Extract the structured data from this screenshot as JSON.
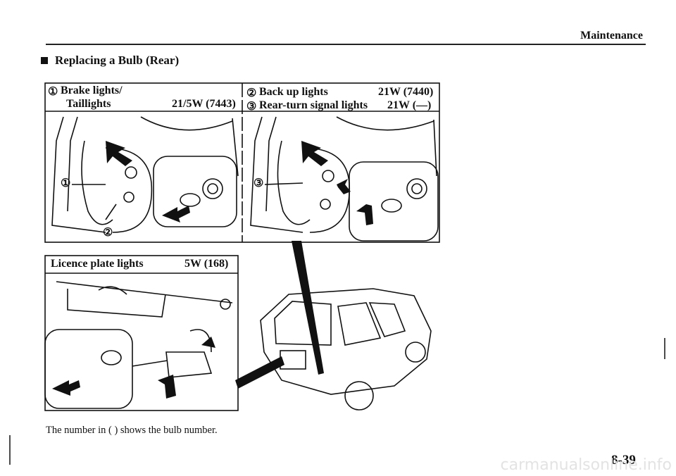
{
  "header": {
    "section": "Maintenance"
  },
  "title": "Replacing a Bulb (Rear)",
  "figures": {
    "left_panel": {
      "marker": "①",
      "label_line1": "Brake lights/",
      "label_line2": "Taillights",
      "spec": "21/5W (7443)",
      "callout_1": "①",
      "callout_2": "②"
    },
    "right_panel": {
      "line1_marker": "②",
      "line1_label": "Back up lights",
      "line1_spec": "21W (7440)",
      "line2_marker": "③",
      "line2_label": "Rear-turn signal lights",
      "line2_spec": "21W (—)",
      "callout_3": "③"
    },
    "licence_panel": {
      "label": "Licence plate lights",
      "spec": "5W (168)"
    }
  },
  "caption": "The number in ( ) shows the bulb number.",
  "page_number": "8-39",
  "watermark": "carmanualsonline.info"
}
